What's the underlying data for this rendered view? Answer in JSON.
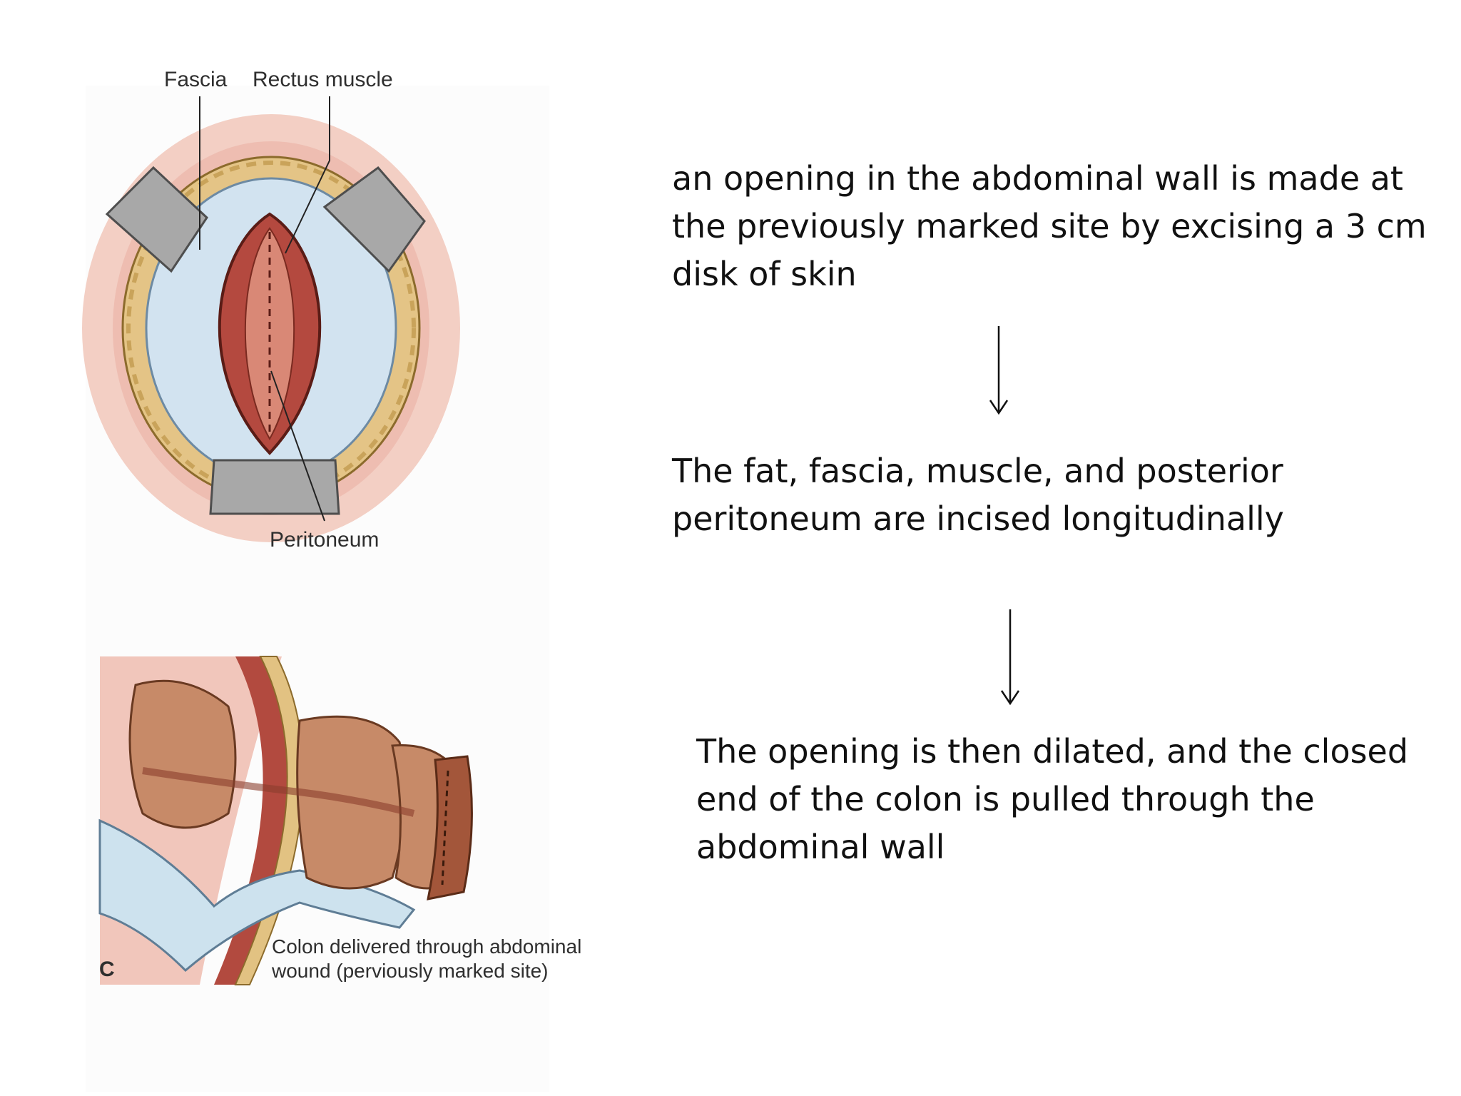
{
  "figure_top": {
    "labels": {
      "fascia": "Fascia",
      "rectus_muscle": "Rectus muscle",
      "peritoneum": "Peritoneum"
    }
  },
  "figure_bottom": {
    "panel_letter": "C",
    "caption_line1": "Colon delivered through abdominal",
    "caption_line2": "wound (perviously marked site)"
  },
  "steps": [
    "an opening in the abdominal wall is made at the previously marked site by excising a 3 cm disk of skin",
    "The fat, fascia, muscle, and posterior peritoneum are incised longitudinally",
    "The opening is then dilated, and the closed end of the colon is pulled through the abdominal wall"
  ],
  "colors": {
    "muscle": "#b24a3f",
    "fat": "#e2c282",
    "fascia": "#cfe0ee",
    "skin": "#f1c8bd",
    "retractor": "#a9a9a9",
    "colon": "#c68a67"
  }
}
